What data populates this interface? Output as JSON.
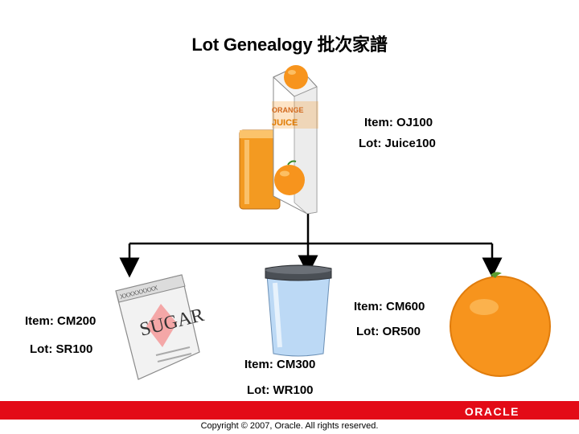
{
  "title": "Lot Genealogy 批次家譜",
  "nodes": {
    "parent": {
      "item": "Item: OJ100",
      "lot": "Lot: Juice100",
      "carton_text_1": "ORANGE",
      "carton_text_2": "JUICE"
    },
    "child_sugar": {
      "item": "Item: CM200",
      "lot": "Lot: SR100",
      "pack_text": "SUGAR",
      "pack_code": "XXXXXXXXX"
    },
    "child_water": {
      "item": "Item: CM300",
      "lot": "Lot: WR100"
    },
    "child_orange": {
      "item": "Item: CM600",
      "lot": "Lot: OR500"
    }
  },
  "footer": {
    "brand": "ORACLE",
    "copyright": "Copyright © 2007, Oracle. All rights reserved."
  },
  "colors": {
    "brand_red": "#e30b17",
    "connector": "#000000",
    "orange": "#f7941d"
  }
}
